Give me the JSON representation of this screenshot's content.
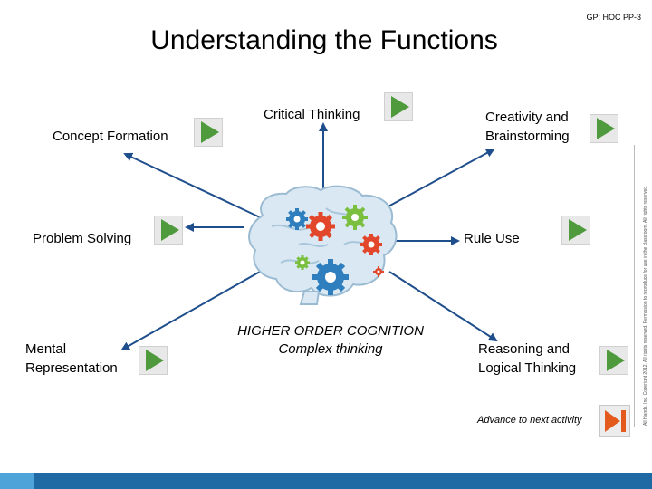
{
  "slide_code": "GP: HOC PP-3",
  "title": "Understanding the Functions",
  "functions": {
    "concept_formation": "Concept Formation",
    "critical_thinking": "Critical Thinking",
    "creativity_line1": "Creativity and",
    "creativity_line2": "Brainstorming",
    "problem_solving": "Problem Solving",
    "rule_use": "Rule Use",
    "mental_line1": "Mental",
    "mental_line2": "Representation",
    "reasoning_line1": "Reasoning and",
    "reasoning_line2": "Logical Thinking"
  },
  "center": {
    "line1": "HIGHER ORDER COGNITION",
    "line2": "Complex thinking"
  },
  "advance_label": "Advance to next activity",
  "copyright": "All Hands, Inc. Copyright 2012. All rights reserved. Permission to reproduce for use in the classroom. All rights reserved.",
  "colors": {
    "play_button": "#4f9a3d",
    "advance_button": "#e35a1c",
    "footer": "#1f6aa5",
    "arrows": "#1f4e8c"
  }
}
